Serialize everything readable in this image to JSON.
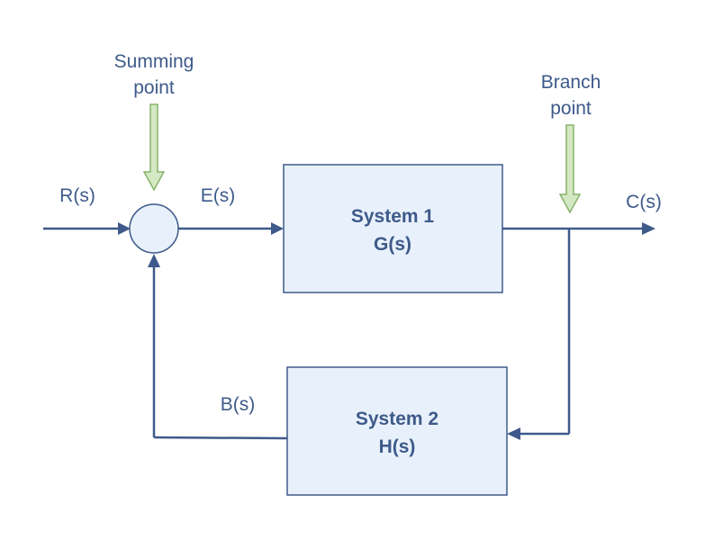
{
  "labels": {
    "input": "R(s)",
    "error": "E(s)",
    "output": "C(s)",
    "feedback": "B(s)"
  },
  "annotations": {
    "summing_line1": "Summing",
    "summing_line2": "point",
    "branch_line1": "Branch",
    "branch_line2": "point"
  },
  "blocks": {
    "system1": {
      "title": "System 1",
      "fn": "G(s)"
    },
    "system2": {
      "title": "System 2",
      "fn": "H(s)"
    }
  },
  "colors": {
    "line": "#3e5a8a",
    "box_fill": "#e8f1fb",
    "pointer_fill": "#d5e8c4",
    "pointer_stroke": "#86b26a"
  }
}
